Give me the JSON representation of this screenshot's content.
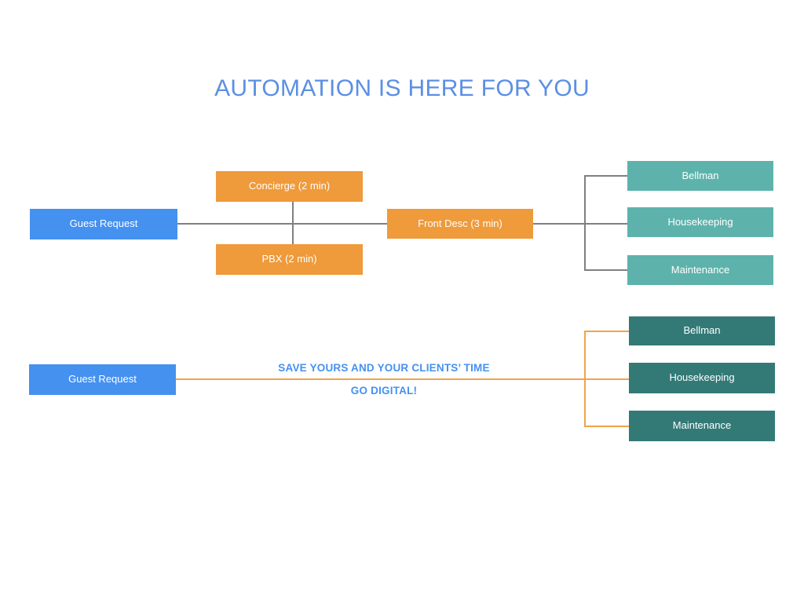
{
  "page": {
    "title": "AUTOMATION IS HERE FOR YOU",
    "title_color": "#5b8fe4",
    "background": "#ffffff"
  },
  "colors": {
    "blue": "#4591f0",
    "orange": "#ef9a3b",
    "teal_light": "#5db3ac",
    "teal_dark": "#337a77",
    "line_gray": "#808080",
    "line_orange": "#efa44b",
    "title_blue": "#5b8fe4",
    "text_white": "#ffffff"
  },
  "diagram_top": {
    "source": {
      "label": "Guest Request",
      "color": "#4591f0"
    },
    "middle": [
      {
        "label": "Concierge (2 min)",
        "color": "#ef9a3b"
      },
      {
        "label": "PBX (2 min)",
        "color": "#ef9a3b"
      }
    ],
    "hub": {
      "label": "Front Desc (3 min)",
      "color": "#ef9a3b"
    },
    "destinations": [
      {
        "label": "Bellman",
        "color": "#5db3ac"
      },
      {
        "label": "Housekeeping",
        "color": "#5db3ac"
      },
      {
        "label": "Maintenance",
        "color": "#5db3ac"
      }
    ]
  },
  "diagram_bottom": {
    "source": {
      "label": "Guest Request",
      "color": "#4591f0"
    },
    "destinations": [
      {
        "label": "Bellman",
        "color": "#337a77"
      },
      {
        "label": "Housekeeping",
        "color": "#337a77"
      },
      {
        "label": "Maintenance",
        "color": "#337a77"
      }
    ],
    "caption": {
      "line1": "SAVE YOURS AND YOUR CLIENTS’ TIME",
      "line2": "GO DIGITAL!",
      "color": "#4591f0"
    }
  }
}
